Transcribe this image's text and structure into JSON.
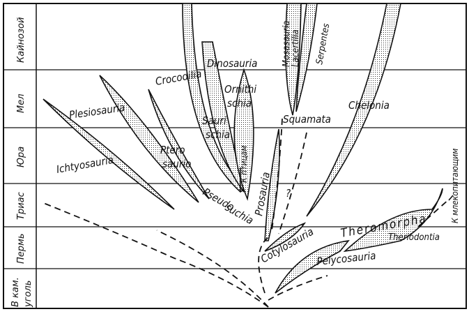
{
  "periods": [
    "Кайнозой",
    "Мел",
    "Юра",
    "Триас",
    "Пермь",
    "В кам.",
    "уголь"
  ],
  "taxa": {
    "crocodilia": "Crocodilia",
    "dinosauria": "Dinosauria",
    "ornithi": "Ornithi",
    "schia1": "schia",
    "sauri": "Sauri",
    "schia2": "schia",
    "plesiosauria": "Plesiosauria",
    "ptero": "Ptero",
    "saurio": "saurio",
    "ichtyosauria": "Ichtyosauria",
    "pseudo": "Pseudo",
    "suchia": "suchia",
    "prosauria": "Prosauria",
    "to_birds": "К птицам",
    "mosasauria": "Mosasauria",
    "lacertilia": "Lacertilia",
    "serpentes": "Serpentes",
    "squamata": "Squamata",
    "chelonia": "Chelonia",
    "cotylosauria": "Cotylosauria",
    "pelycosauria": "Pelycosauria",
    "theromorpha": "Theromorpha",
    "theriodontia": "Theriodontia",
    "to_mammals": "К млекопитающим",
    "question": "?"
  }
}
